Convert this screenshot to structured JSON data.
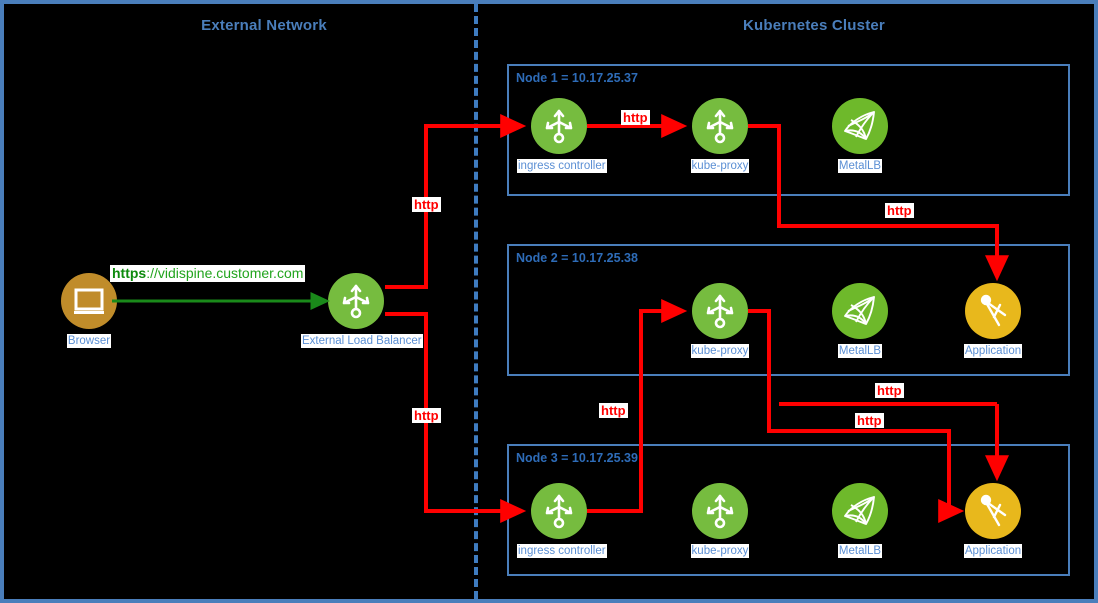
{
  "diagram": {
    "zones": [
      {
        "name": "external-network",
        "title": "External Network"
      },
      {
        "name": "kubernetes-cluster",
        "title": "Kubernetes Cluster"
      }
    ],
    "colors": {
      "frame_blue": "#4a7ebb",
      "node_border_blue": "#4a7ebb",
      "label_blue": "#5b8fd4",
      "title_blue": "#4a7ebb",
      "green_node": "#76bc3f",
      "yellow_app": "#e8b81c",
      "brown_browser": "#c08c2a",
      "http_red": "#ff0000",
      "https_green": "#0d8a0d",
      "url_green": "#22a41e"
    },
    "external": {
      "browser": {
        "label": "Browser",
        "icon": "monitor-icon"
      },
      "load_balancer": {
        "label": "External Load Balancer",
        "icon": "load-balancer-icon"
      },
      "url_link": {
        "protocol": "https",
        "rest": "://vidispine.customer.com"
      }
    },
    "nodes": [
      {
        "id": "node-1",
        "label": "Node 1 = 10.17.25.37",
        "items": [
          {
            "label": "ingress controller",
            "icon": "load-balancer-icon",
            "color": "green"
          },
          {
            "label": "kube-proxy",
            "icon": "load-balancer-icon",
            "color": "green"
          },
          {
            "label": "MetalLB",
            "icon": "mesh-net-icon",
            "color": "green"
          }
        ]
      },
      {
        "id": "node-2",
        "label": "Node 2 = 10.17.25.38",
        "items": [
          {
            "label": "kube-proxy",
            "icon": "load-balancer-icon",
            "color": "green"
          },
          {
            "label": "MetalLB",
            "icon": "mesh-net-icon",
            "color": "green"
          },
          {
            "label": "Application",
            "icon": "compass-icon",
            "color": "yellow"
          }
        ]
      },
      {
        "id": "node-3",
        "label": "Node 3 = 10.17.25.39",
        "items": [
          {
            "label": "ingress controller",
            "icon": "load-balancer-icon",
            "color": "green"
          },
          {
            "label": "kube-proxy",
            "icon": "load-balancer-icon",
            "color": "green"
          },
          {
            "label": "MetalLB",
            "icon": "mesh-net-icon",
            "color": "green"
          },
          {
            "label": "Application",
            "icon": "compass-icon",
            "color": "yellow"
          }
        ]
      }
    ],
    "edge_labels": [
      {
        "id": "http-lb-to-node1",
        "text": "http"
      },
      {
        "id": "http-ingress1-to-kubeproxy1",
        "text": "http"
      },
      {
        "id": "http-kubeproxy1-to-app2",
        "text": "http"
      },
      {
        "id": "http-lb-to-node3",
        "text": "http"
      },
      {
        "id": "http-ingress3-to-kubeproxy2",
        "text": "http"
      },
      {
        "id": "http-kubeproxy2-to-app3-upper",
        "text": "http"
      },
      {
        "id": "http-kubeproxy2-to-app3-lower",
        "text": "http"
      }
    ]
  }
}
